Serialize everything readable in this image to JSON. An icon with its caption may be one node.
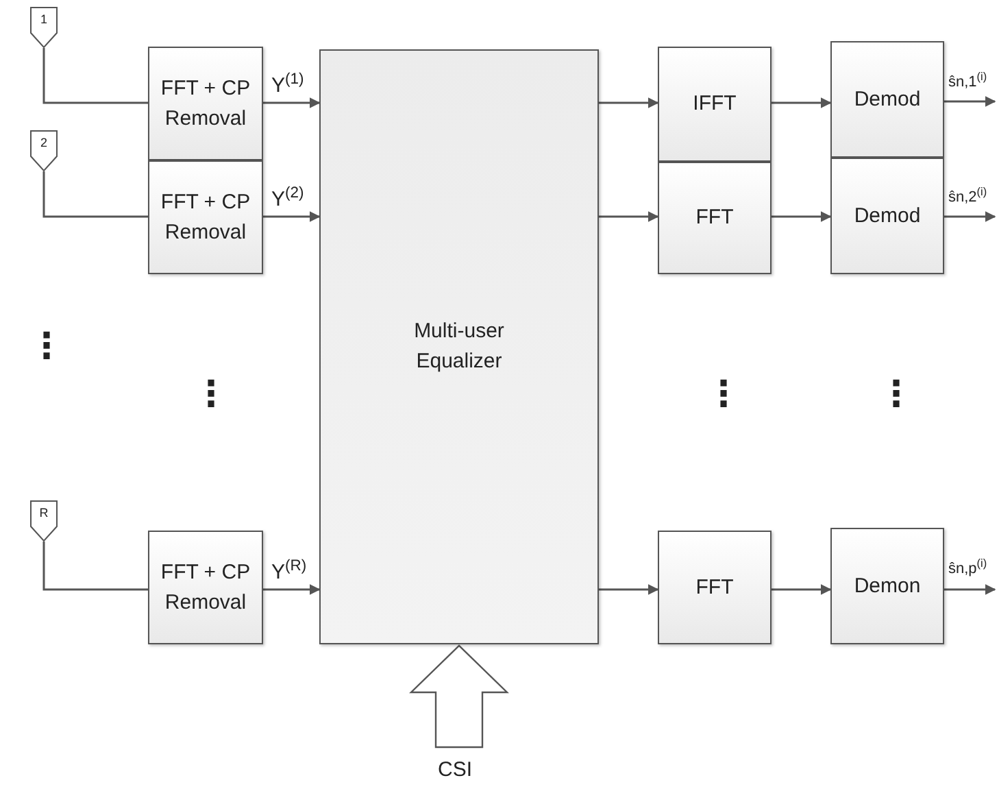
{
  "diagram": {
    "nodes": [
      {
        "text": [
          "1"
        ]
      },
      {
        "text": [
          "2"
        ]
      },
      {
        "text": [
          "R"
        ]
      },
      {
        "text": [
          "FFT + CP Removal"
        ]
      },
      {
        "text": [
          "FFT + CP Removal"
        ]
      },
      {
        "text": [
          "FFT + CP Removal"
        ]
      },
      {
        "text": [
          "Multi-user Equalizer"
        ]
      },
      {
        "text": [
          "IFFT"
        ]
      },
      {
        "text": [
          "FFT"
        ]
      },
      {
        "text": [
          "FFT"
        ]
      },
      {
        "text": [
          "Demod"
        ]
      },
      {
        "text": [
          "Demod"
        ]
      },
      {
        "text": [
          "Demon"
        ]
      },
      {
        "text": [
          "CSI"
        ]
      }
    ],
    "edges": [
      {
        "from": 0,
        "to": 3,
        "arrow": "none"
      },
      {
        "from": 1,
        "to": 4,
        "arrow": "none"
      },
      {
        "from": 2,
        "to": 5,
        "arrow": "none"
      },
      {
        "from": 3,
        "to": 6,
        "arrow": "to",
        "label": "Y$^{(1)}$"
      },
      {
        "from": 4,
        "to": 6,
        "arrow": "to",
        "label": "Y$^{(2)}$"
      },
      {
        "from": 5,
        "to": 6,
        "arrow": "to",
        "label": "Y$^{(R)}$"
      },
      {
        "from": 6,
        "to": 7,
        "arrow": "to"
      },
      {
        "from": 6,
        "to": 8,
        "arrow": "to"
      },
      {
        "from": 6,
        "to": 9,
        "arrow": "to"
      },
      {
        "from": 7,
        "to": 10,
        "arrow": "to"
      },
      {
        "from": 8,
        "to": 11,
        "arrow": "to"
      },
      {
        "from": 9,
        "to": 12,
        "arrow": "to"
      },
      {
        "from": 10,
        "to": null,
        "arrow": "to",
        "label": "ŝn,1$^{(i)}$"
      },
      {
        "from": 11,
        "to": null,
        "arrow": "to",
        "label": "ŝn,2$^{(i)}$"
      },
      {
        "from": 12,
        "to": null,
        "arrow": "to",
        "label": "ŝn,p$^{(i)}$"
      },
      {
        "from": 13,
        "to": 6,
        "arrow": "to",
        "style": "thick"
      }
    ],
    "labels": [
      "⋮",
      "⋮",
      "⋮",
      "⋮"
    ]
  }
}
